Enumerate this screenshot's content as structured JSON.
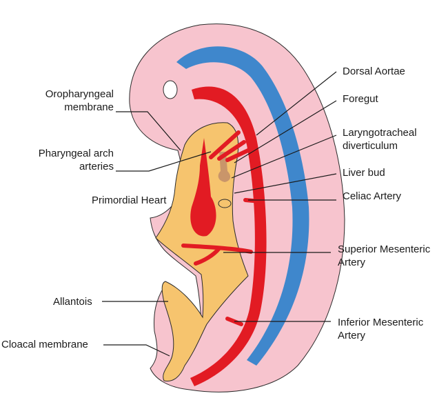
{
  "labels": {
    "oropharyngeal_1": "Oropharyngeal",
    "oropharyngeal_2": "membrane",
    "pharyngeal_1": "Pharyngeal arch",
    "pharyngeal_2": "arteries",
    "primordial_heart": "Primordial Heart",
    "allantois": "Allantois",
    "cloacal": "Cloacal membrane",
    "dorsal_aortae": "Dorsal Aortae",
    "foregut": "Foregut",
    "laryngo_1": "Laryngotracheal",
    "laryngo_2": "diverticulum",
    "liver_bud": "Liver bud",
    "celiac": "Celiac Artery",
    "sma_1": "Superior Mesenteric",
    "sma_2": "Artery",
    "ima_1": "Inferior Mesenteric",
    "ima_2": "Artery"
  },
  "colors": {
    "embryo_pink": "#f7c4ce",
    "gut_orange": "#f6c46e",
    "artery_red": "#e21b23",
    "neural_blue": "#3f87cc",
    "lung_brown": "#c9956a",
    "outline": "#2a2a2a"
  }
}
